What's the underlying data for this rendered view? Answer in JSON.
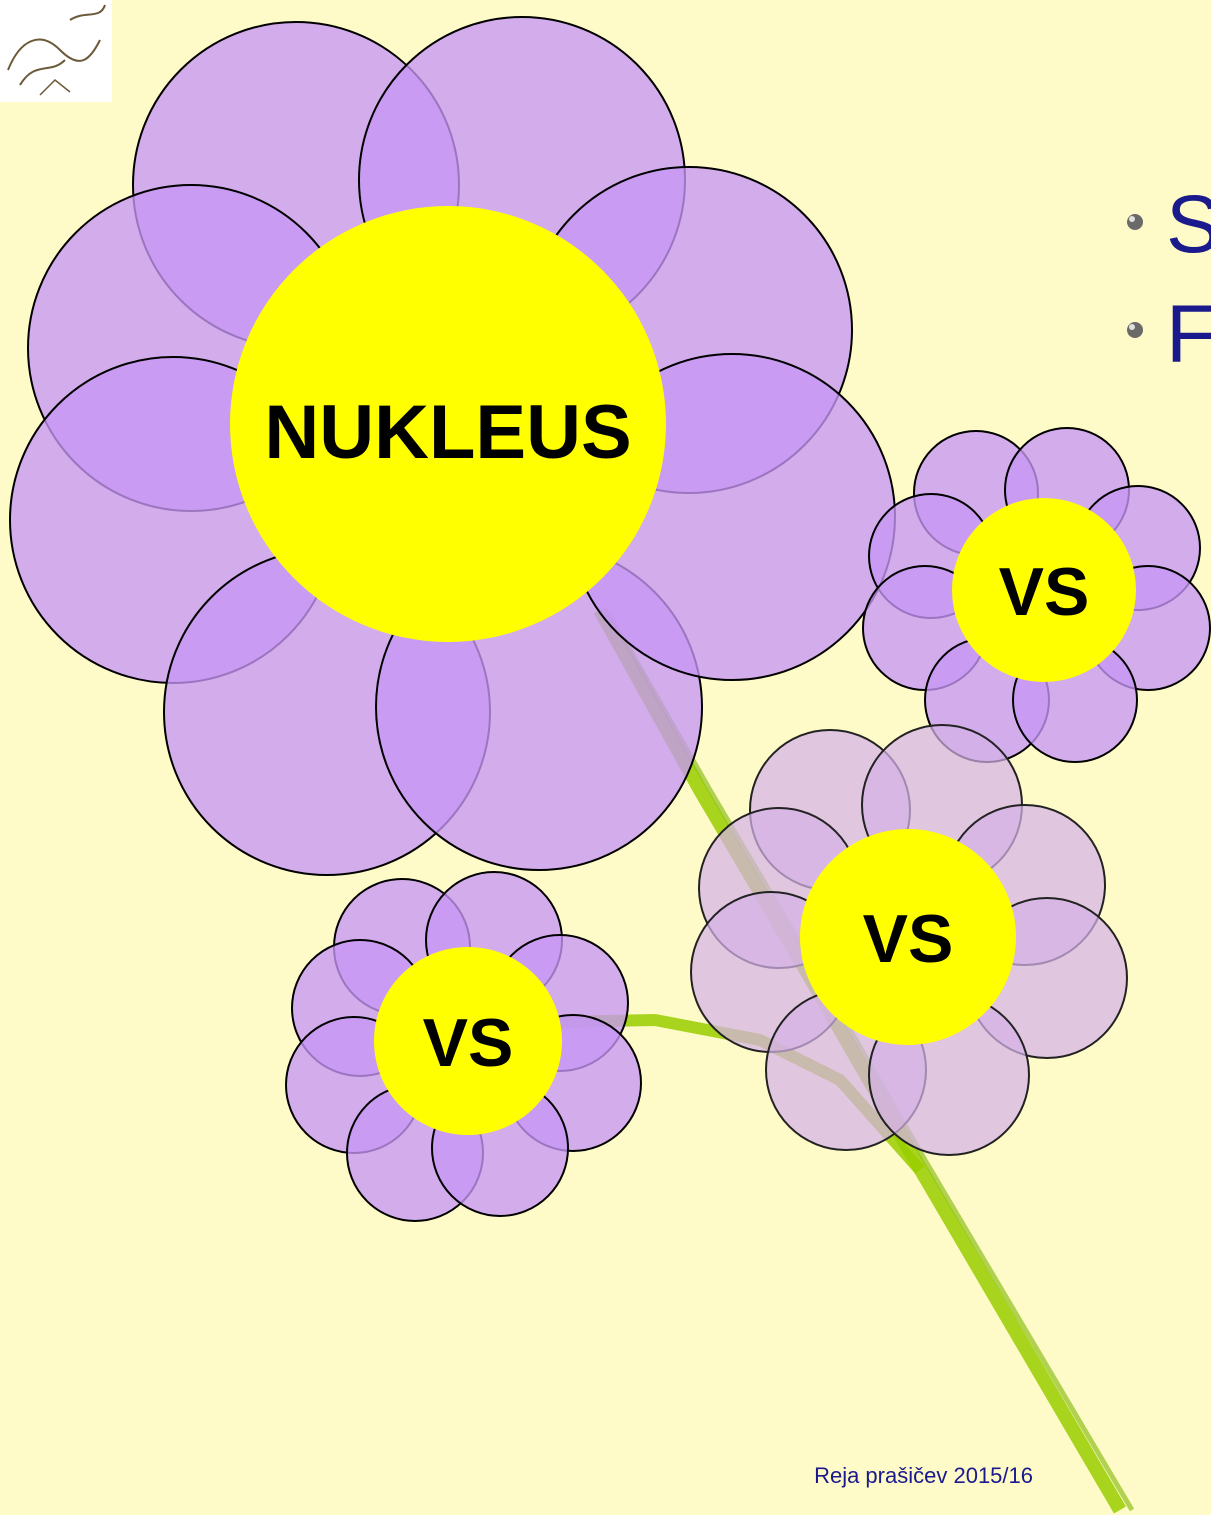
{
  "flowers": {
    "nukleus": {
      "label": "NUKLEUS"
    },
    "vs_right": {
      "label": "VS"
    },
    "vs_middle": {
      "label": "VS"
    },
    "vs_left": {
      "label": "VS"
    }
  },
  "bullets": [
    {
      "text": "S"
    },
    {
      "text": "F"
    }
  ],
  "footer": {
    "text": "Reja prašičev 2015/16"
  },
  "colors": {
    "background": "#FFFBC8",
    "petal": "#C796F5",
    "petal_faded": "#D4B2E6",
    "center": "#FFFF00",
    "stem": "#9ACD00",
    "text_blue": "#1A1A8C"
  }
}
